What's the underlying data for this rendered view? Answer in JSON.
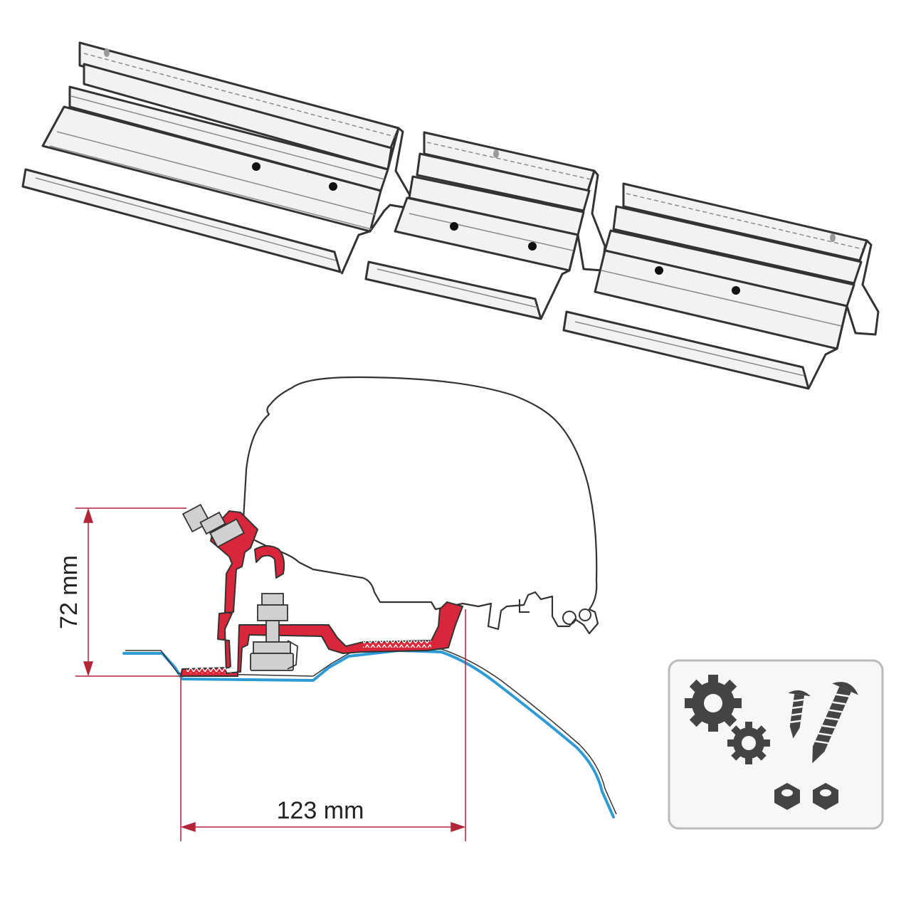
{
  "dimensions": {
    "height_label": "72 mm",
    "width_label": "123 mm"
  },
  "colors": {
    "background": "#ffffff",
    "outline": "#333333",
    "rail_fill": "#f2f2f2",
    "adapter_red": "#d9263a",
    "roof_blue": "#2f9bd6",
    "dimension_line": "#b3263a",
    "hardware_grey": "#d0d0d0",
    "icon_fill": "#444444",
    "panel_border": "#bbbbbb",
    "panel_bg": "#f7f7f7"
  },
  "parts": {
    "rail_count": 3,
    "hardware_icons": [
      "gear-icon",
      "small-gear-icon",
      "screw-icon",
      "long-screw-icon",
      "hex-nut-icon",
      "hex-nut-icon"
    ]
  }
}
